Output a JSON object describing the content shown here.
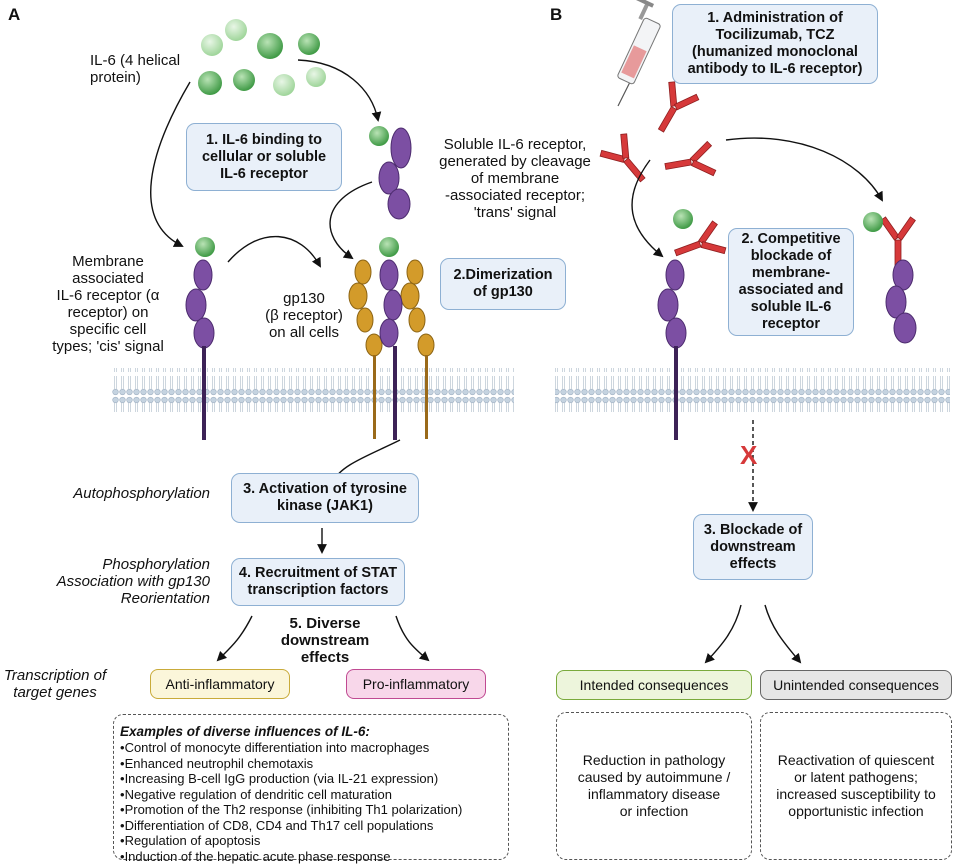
{
  "panels": {
    "a": "A",
    "b": "B"
  },
  "panel_a": {
    "il6_label": "IL-6 (4 helical\nprotein)",
    "step1": "1. IL-6 binding to\ncellular or soluble\nIL-6 receptor",
    "soluble_receptor": "Soluble IL-6 receptor,\ngenerated by cleavage\nof membrane\n-associated receptor;\n'trans' signal",
    "membrane_receptor": "Membrane\nassociated\nIL-6 receptor (α\nreceptor) on\nspecific cell\ntypes; 'cis' signal",
    "gp130": "gp130\n(β receptor)\non all cells",
    "step2": "2.Dimerization\nof gp130",
    "autophos": "Autophosphorylation",
    "step3": "3. Activation of tyrosine\nkinase (JAK1)",
    "phos": "Phosphorylation\nAssociation with gp130\nReorientation",
    "step4": "4. Recruitment of STAT\ntranscription factors",
    "step5": "5. Diverse\ndownstream\neffects",
    "transcription": "Transcription of\ntarget genes",
    "anti": "Anti-inflammatory",
    "pro": "Pro-inflammatory",
    "examples_title": "Examples of diverse influences of IL-6:",
    "examples": [
      "Control of monocyte differentiation into macrophages",
      "Enhanced neutrophil chemotaxis",
      "Increasing B-cell IgG production (via IL-21 expression)",
      "Negative regulation of dendritic cell maturation",
      "Promotion of the Th2 response (inhibiting Th1 polarization)",
      "Differentiation of CD8, CD4 and Th17 cell populations",
      "Regulation of apoptosis",
      "Induction of the hepatic acute phase response"
    ]
  },
  "panel_b": {
    "step1": "1. Administration of\nTocilizumab, TCZ\n(humanized monoclonal\nantibody to IL-6 receptor)",
    "step2": "2. Competitive\nblockade of\nmembrane-\nassociated and\nsoluble IL-6\nreceptor",
    "block_mark": "X",
    "step3": "3. Blockade of\ndownstream\neffects",
    "intended": "Intended consequences",
    "unintended": "Unintended consequences",
    "intended_text": "Reduction in pathology\ncaused by autoimmune /\ninflammatory disease\nor infection",
    "unintended_text": "Reactivation of quiescent\nor latent pathogens;\nincreased susceptibility to\nopportunistic infection"
  },
  "colors": {
    "box_fill": "#e9f0f9",
    "box_border": "#8eb0d3",
    "il6_green": "#5cb85c",
    "receptor_purple": "#7c4fa3",
    "gp130_gold": "#d39b2a",
    "antibody_red": "#d6393a",
    "anti_fill": "#fbf6da",
    "anti_border": "#c9ab3a",
    "pro_fill": "#f8d7ea",
    "pro_border": "#c04a92",
    "intended_fill": "#edf5dc",
    "intended_border": "#7aaa3c",
    "unintended_fill": "#e6e6e6",
    "unintended_border": "#666666"
  }
}
